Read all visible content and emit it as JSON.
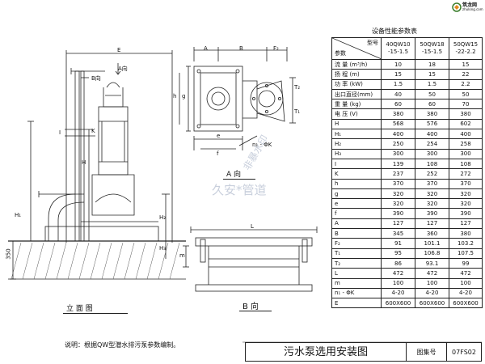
{
  "logo": {
    "text": "筑龙网",
    "sub": "zhulong.com"
  },
  "table": {
    "title": "设备性能参数表",
    "header_model": "型号",
    "header_param": "参数",
    "models": [
      {
        "l1": "40QW10",
        "l2": "-15-1.5"
      },
      {
        "l1": "50QW18",
        "l2": "-15-1.5"
      },
      {
        "l1": "50QW15",
        "l2": "-22-2.2"
      }
    ],
    "rows": [
      {
        "label": "流 量 (m³/h)",
        "v": [
          "10",
          "18",
          "15"
        ]
      },
      {
        "label": "扬 程 (m)",
        "v": [
          "15",
          "15",
          "22"
        ]
      },
      {
        "label": "功 率 (kW)",
        "v": [
          "1.5",
          "1.5",
          "2.2"
        ]
      },
      {
        "label": "出口直径(mm)",
        "v": [
          "40",
          "50",
          "50"
        ]
      },
      {
        "label": "重 量 (kg)",
        "v": [
          "60",
          "60",
          "70"
        ]
      },
      {
        "label": "电 压 (V)",
        "v": [
          "380",
          "380",
          "380"
        ]
      },
      {
        "label": "H",
        "v": [
          "568",
          "576",
          "602"
        ]
      },
      {
        "label": "H₁",
        "v": [
          "400",
          "400",
          "400"
        ]
      },
      {
        "label": "H₂",
        "v": [
          "250",
          "254",
          "258"
        ]
      },
      {
        "label": "H₃",
        "v": [
          "300",
          "300",
          "300"
        ]
      },
      {
        "label": "I",
        "v": [
          "139",
          "108",
          "108"
        ]
      },
      {
        "label": "K",
        "v": [
          "237",
          "252",
          "272"
        ]
      },
      {
        "label": "h",
        "v": [
          "370",
          "370",
          "370"
        ]
      },
      {
        "label": "g",
        "v": [
          "320",
          "320",
          "320"
        ]
      },
      {
        "label": "e",
        "v": [
          "320",
          "320",
          "320"
        ]
      },
      {
        "label": "f",
        "v": [
          "390",
          "390",
          "390"
        ]
      },
      {
        "label": "A",
        "v": [
          "127",
          "127",
          "127"
        ]
      },
      {
        "label": "B",
        "v": [
          "345",
          "360",
          "380"
        ]
      },
      {
        "label": "F₂",
        "v": [
          "91",
          "101.1",
          "103.2"
        ]
      },
      {
        "label": "T₁",
        "v": [
          "95",
          "106.8",
          "107.5"
        ]
      },
      {
        "label": "T₂",
        "v": [
          "86",
          "93.1",
          "99"
        ]
      },
      {
        "label": "L",
        "v": [
          "472",
          "472",
          "472"
        ]
      },
      {
        "label": "m",
        "v": [
          "100",
          "100",
          "100"
        ]
      },
      {
        "label": "n₁ - ΦK",
        "v": [
          "4-20",
          "4-20",
          "4-20"
        ]
      },
      {
        "label": "E",
        "v": [
          "600X600",
          "600X600",
          "600X600"
        ]
      }
    ]
  },
  "views": {
    "elevation_title": "立 面 图",
    "a_view_title": "A 向",
    "b_view_title": "B 向",
    "a_dir": "A向",
    "b_dir": "B向",
    "dim_E": "E",
    "dim_A": "A",
    "dim_B": "B",
    "dim_F2": "F₂",
    "dim_e": "e",
    "dim_f": "f",
    "dim_g": "g",
    "dim_h": "h",
    "dim_T1": "T₁",
    "dim_T2": "T₂",
    "dim_n1k": "n₁ - ΦK",
    "dim_H": "H",
    "dim_H1": "H₁",
    "dim_H2": "H₂",
    "dim_H3": "H₃",
    "dim_I": "I",
    "dim_K": "K",
    "dim_350": "350",
    "dim_L": "L",
    "dim_m": "m"
  },
  "note": "说明：根据QW型潜水排污泵参数编制。",
  "title_block": {
    "title": "污水泵选用安装图",
    "label": "图集号",
    "value": "07FS02"
  },
  "watermark": {
    "line1": "久安*管道",
    "line2": "非暴水印"
  }
}
